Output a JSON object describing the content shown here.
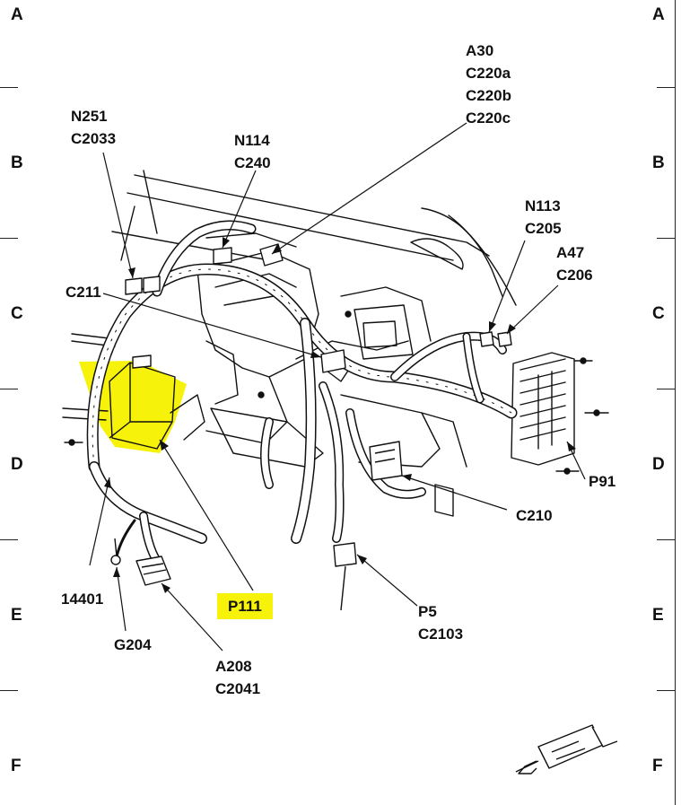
{
  "grid_rows": [
    "A",
    "B",
    "C",
    "D",
    "E",
    "F"
  ],
  "callouts": {
    "a30": [
      "A30",
      "C220a",
      "C220b",
      "C220c"
    ],
    "n251": [
      "N251",
      "C2033"
    ],
    "n114": [
      "N114",
      "C240"
    ],
    "n113": [
      "N113",
      "C205"
    ],
    "a47": [
      "A47",
      "C206"
    ],
    "c211": [
      "C211"
    ],
    "p91": [
      "P91"
    ],
    "c210": [
      "C210"
    ],
    "p111": [
      "P111"
    ],
    "p5": [
      "P5",
      "C2103"
    ],
    "g204": [
      "G204"
    ],
    "a208": [
      "A208",
      "C2041"
    ],
    "w14401": [
      "14401"
    ]
  },
  "colors": {
    "highlight": "#f6f20a",
    "line": "#111111",
    "harness_fill": "#ffffff"
  },
  "icons": [
    "connector-view-arrow-icon",
    "fuse-junction-box-icon",
    "ground-eyelet-icon"
  ]
}
